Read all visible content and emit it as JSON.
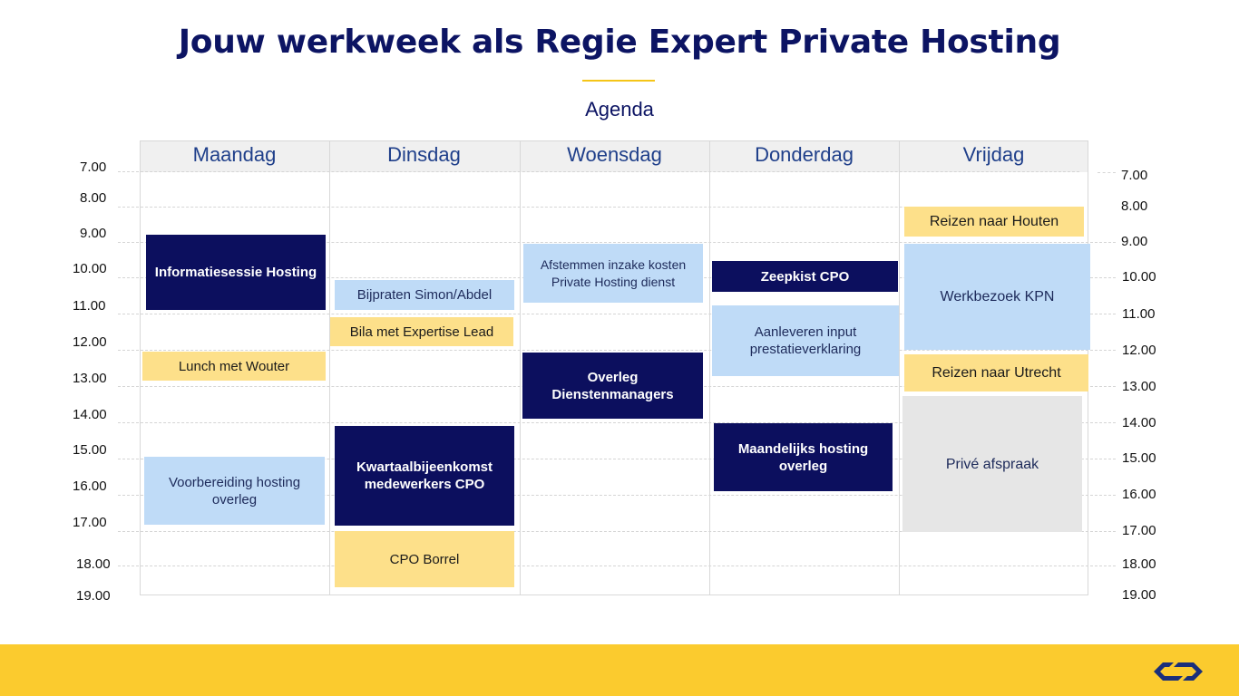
{
  "header": {
    "title": "Jouw werkweek als Regie Expert Private Hosting",
    "subtitle": "Agenda"
  },
  "days": [
    "Maandag",
    "Dinsdag",
    "Woensdag",
    "Donderdag",
    "Vrijdag"
  ],
  "times_left": [
    "7.00",
    "8.00",
    "9.00",
    "10.00",
    "11.00",
    "12.00",
    "13.00",
    "14.00",
    "15.00",
    "16.00",
    "17.00",
    "18.00",
    "19.00"
  ],
  "times_right": [
    "7.00",
    "8.00",
    "9.00",
    "10.00",
    "11.00",
    "12.00",
    "13.00",
    "14.00",
    "15.00",
    "16.00",
    "17.00",
    "18.00",
    "19.00"
  ],
  "events": {
    "ma_1": "Informatiesessie Hosting",
    "ma_2": "Lunch met Wouter",
    "ma_3": "Voorbereiding hosting overleg",
    "di_1": "Bijpraten Simon/Abdel",
    "di_2": "Bila met Expertise Lead",
    "di_3": "Kwartaalbijeenkomst medewerkers CPO",
    "di_4": "CPO Borrel",
    "wo_1": "Afstemmen inzake kosten Private Hosting dienst",
    "wo_2": "Overleg Dienstenmanagers",
    "do_1": "Zeepkist CPO",
    "do_2": "Aanleveren input prestatieverklaring",
    "do_3": "Maandelijks hosting overleg",
    "vr_1": "Reizen naar Houten",
    "vr_2": "Werkbezoek KPN",
    "vr_3": "Reizen naar Utrecht",
    "vr_4": "Privé afspraak"
  },
  "colors": {
    "dark_event": "#0c0f5e",
    "light_event": "#bfdbf7",
    "yellow_event": "#fde08a",
    "private_event": "#e6e6e6",
    "footer": "#fbcb2e",
    "title": "#0c1463"
  },
  "logo": {
    "icon": "ns-logo-icon"
  }
}
